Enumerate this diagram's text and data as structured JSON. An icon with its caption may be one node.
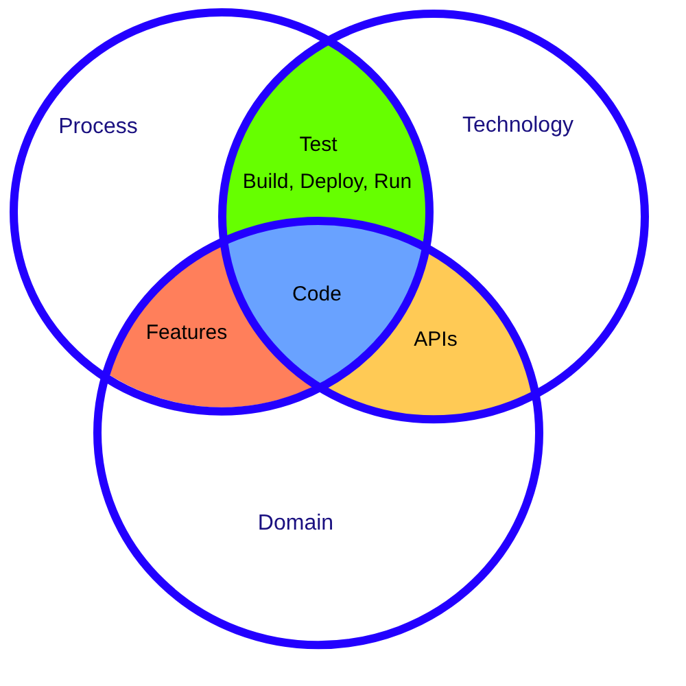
{
  "diagram": {
    "nodes": [
      {
        "text": [
          "Process"
        ]
      },
      {
        "text": [
          "Technology"
        ]
      },
      {
        "text": [
          "Test",
          "Build, Deploy, Run"
        ]
      },
      {
        "text": [
          "Code"
        ]
      },
      {
        "text": [
          "Features"
        ]
      },
      {
        "text": [
          "APIs"
        ]
      },
      {
        "text": [
          "Domain"
        ]
      }
    ]
  }
}
